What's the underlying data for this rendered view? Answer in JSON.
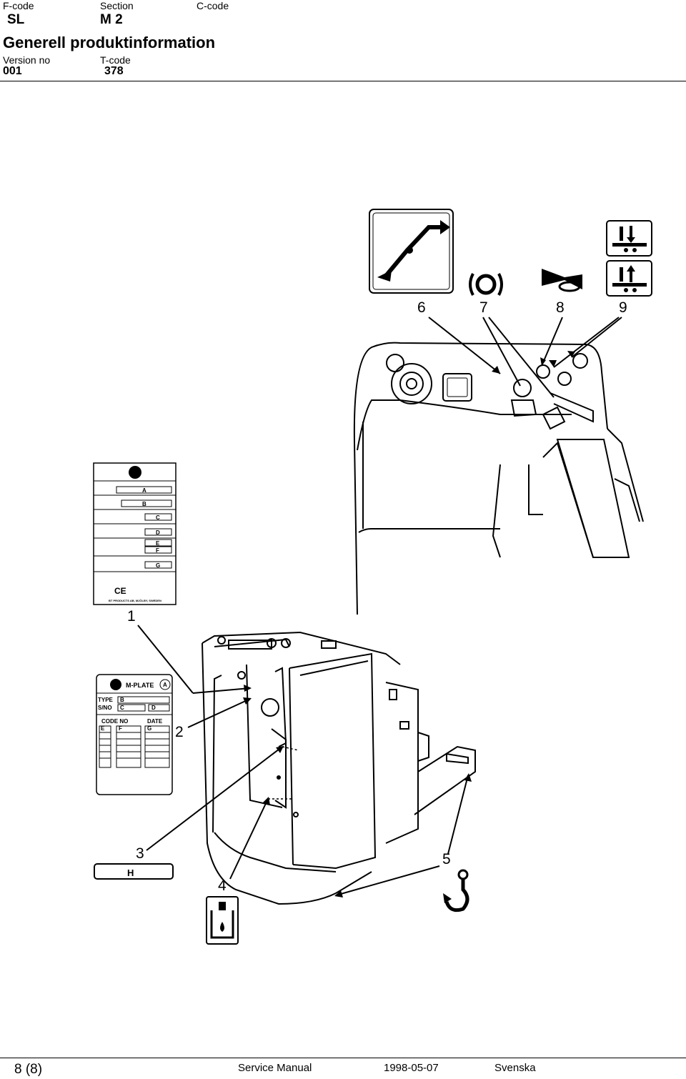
{
  "header": {
    "fcode_label": "F-code",
    "fcode_value": "SL",
    "section_label": "Section",
    "section_value": "M 2",
    "ccode_label": "C-code",
    "title": "Generell produktinformation",
    "version_label": "Version no",
    "version_value": "001",
    "tcode_label": "T-code",
    "tcode_value": "378"
  },
  "callouts": [
    "1",
    "2",
    "3",
    "4",
    "5",
    "6",
    "7",
    "8",
    "9"
  ],
  "plate_top": {
    "letters": [
      "A",
      "B",
      "C",
      "D",
      "E",
      "F",
      "G"
    ],
    "ce_mark": "CE",
    "maker_line": "BT PRODUCTS AB, MJÖLBY, SWEDEN"
  },
  "plate_m": {
    "title": "M-PLATE",
    "title_badge": "A",
    "type_label": "TYPE",
    "type_code": "B",
    "sno_label": "S/NO",
    "sno_code": "C",
    "sno_code2": "D",
    "codeno_label": "CODE NO",
    "date_label": "DATE",
    "col_codes": [
      "E",
      "F",
      "G"
    ]
  },
  "plate_h": {
    "label": "H"
  },
  "footer": {
    "page": "8 (8)",
    "manual": "Service Manual",
    "date": "1998-05-07",
    "language": "Svenska"
  }
}
